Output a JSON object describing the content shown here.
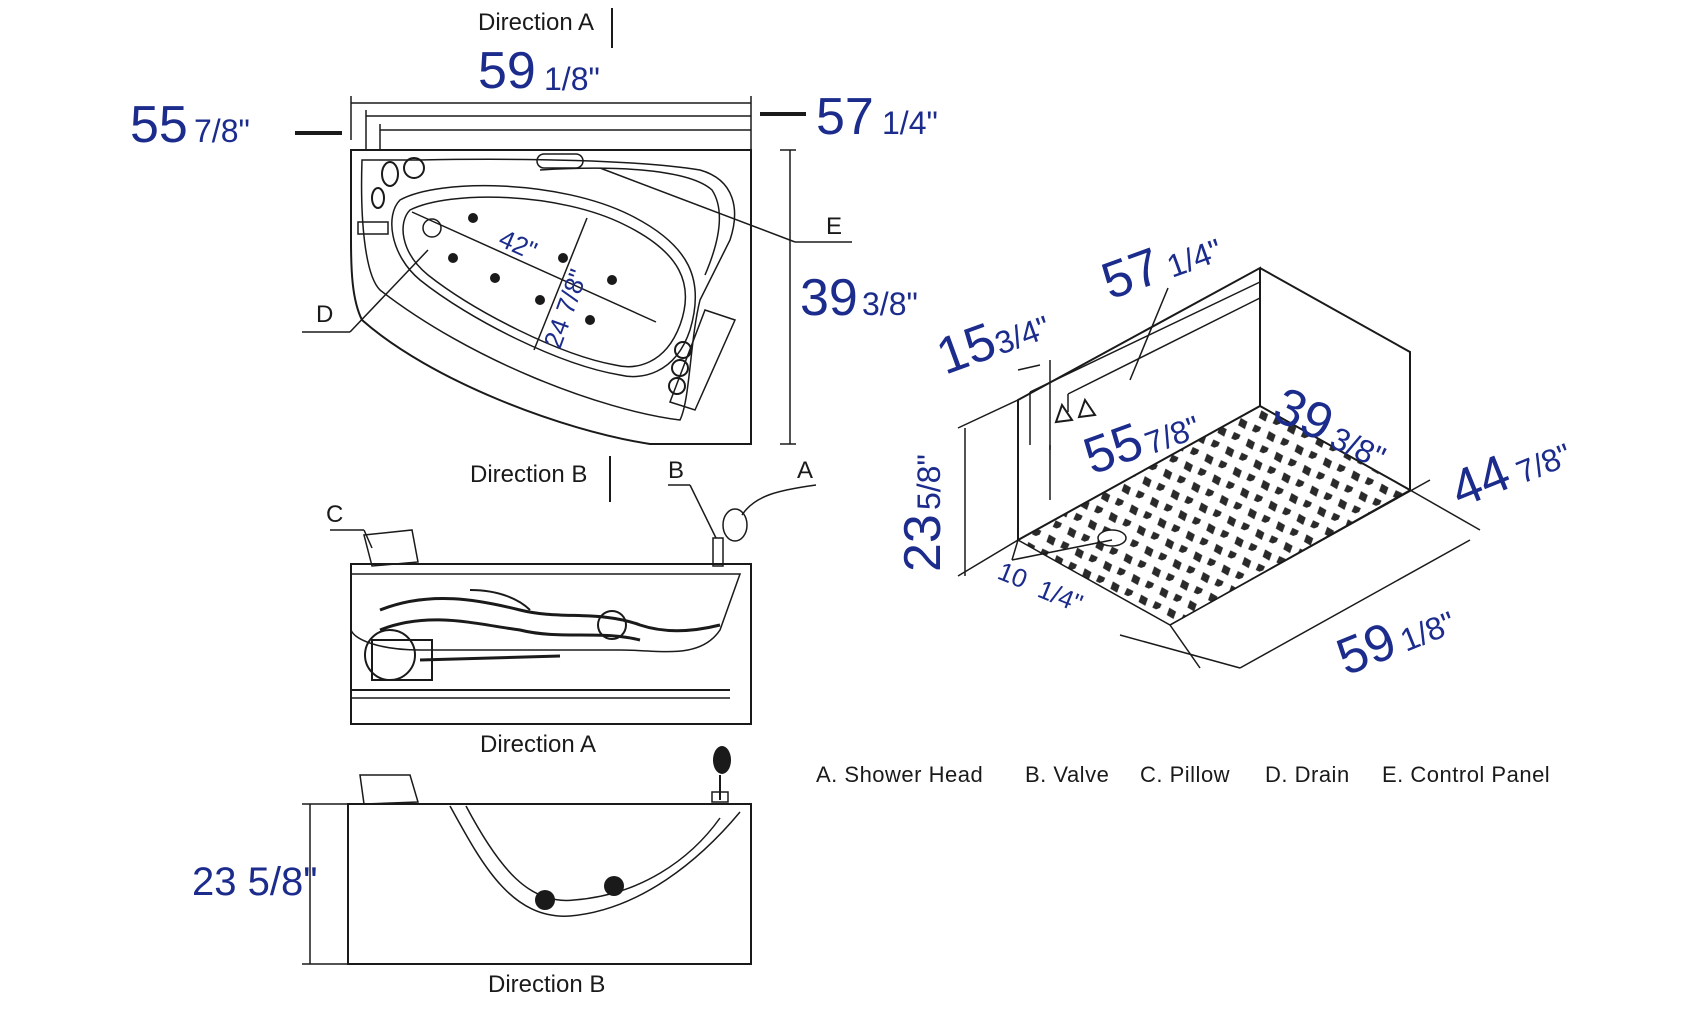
{
  "views": {
    "top": {
      "direction_a": "Direction A",
      "direction_b": "Direction B"
    },
    "side_a": {
      "title": "Direction A"
    },
    "side_b": {
      "title": "Direction B"
    }
  },
  "callouts": {
    "a": "A",
    "b": "B",
    "c": "C",
    "d": "D",
    "e": "E"
  },
  "dimensions": {
    "top_width": {
      "whole": "59",
      "frac": "1/8\""
    },
    "top_left": {
      "whole": "55",
      "frac": "7/8\""
    },
    "top_right": {
      "whole": "57",
      "frac": "1/4\""
    },
    "top_depth": {
      "whole": "39",
      "frac": "3/8\""
    },
    "basin_length": "42\"",
    "basin_width": "24 7/8\"",
    "side_height": "23 5/8\"",
    "iso_57": {
      "whole": "57",
      "frac": "1/4\""
    },
    "iso_15": {
      "whole": "15",
      "frac": "3/4\""
    },
    "iso_55": {
      "whole": "55",
      "frac": "7/8\""
    },
    "iso_39": {
      "whole": "39",
      "frac": "3/8\""
    },
    "iso_44": {
      "whole": "44",
      "frac": "7/8\""
    },
    "iso_23": {
      "whole": "23",
      "frac": "5/8\""
    },
    "iso_10": {
      "whole": "10",
      "frac": "1/4\""
    },
    "iso_59": {
      "whole": "59",
      "frac": "1/8\""
    }
  },
  "legend": [
    "A. Shower Head",
    "B. Valve",
    "C. Pillow",
    "D. Drain",
    "E. Control Panel"
  ]
}
